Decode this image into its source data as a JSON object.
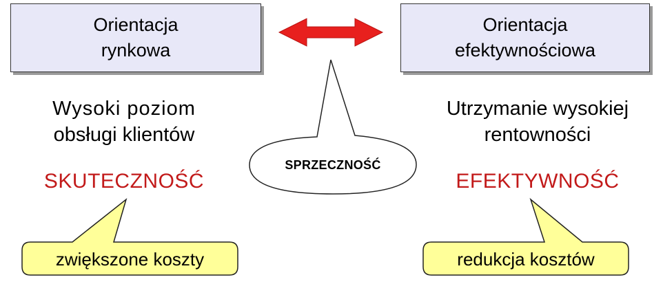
{
  "left": {
    "title_line1": "Orientacja",
    "title_line2": "rynkowa",
    "desc_line1": "Wysoki poziom",
    "desc_line2": "obsługi klientów",
    "concept": "SKUTECZNOŚĆ",
    "callout": "zwiększone koszty"
  },
  "right": {
    "title_line1": "Orientacja",
    "title_line2": "efektywnościowa",
    "desc_line1": "Utrzymanie wysokiej",
    "desc_line2": "rentowności",
    "concept": "EFEKTYWNOŚĆ",
    "callout": "redukcja kosztów"
  },
  "center": {
    "label": "SPRZECZNOŚĆ"
  },
  "colors": {
    "box_fill": "#e8e8f8",
    "arrow": "#e8201e",
    "concept_text": "#c21a1a",
    "callout_fill": "#ffff99"
  }
}
